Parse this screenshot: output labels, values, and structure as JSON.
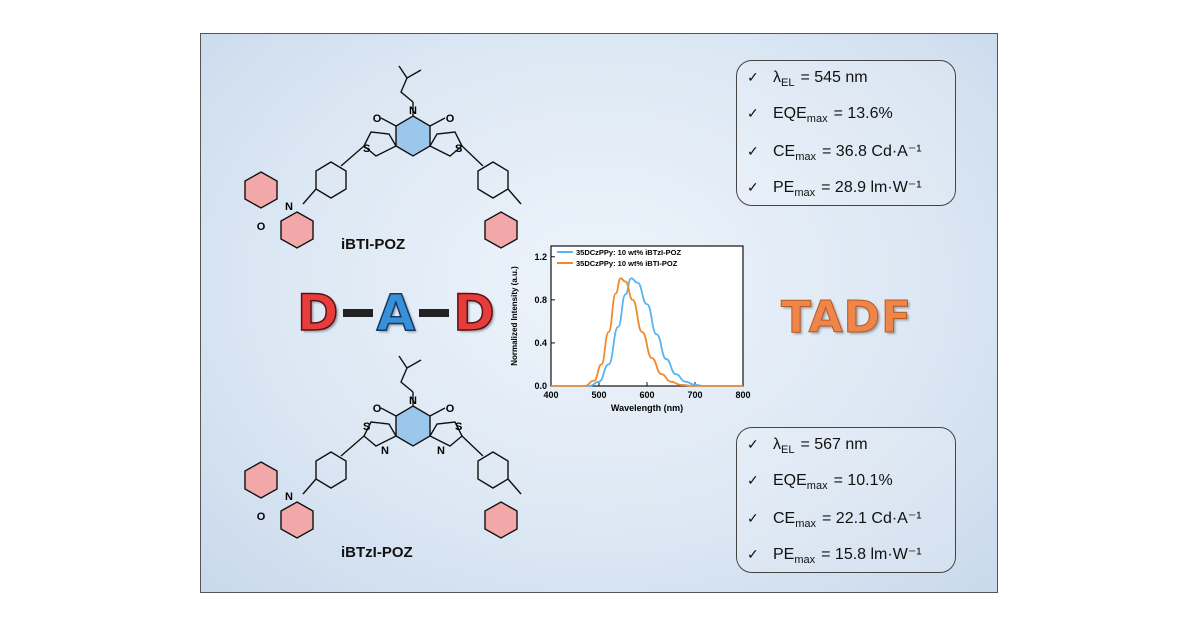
{
  "molecules": {
    "top": {
      "name": "iBTI-POZ"
    },
    "bottom": {
      "name": "iBTzI-POZ"
    }
  },
  "atoms": {
    "oxygen": "O",
    "nitrogen": "N",
    "sulfur": "S"
  },
  "dad": {
    "d1": "D",
    "a": "A",
    "d2": "D"
  },
  "tadf_label": "TADF",
  "colors": {
    "donor": "#e63c3c",
    "acceptor": "#3a8fd9",
    "tadf": "#f0854a",
    "series_blue": "#5ab4f0",
    "series_orange": "#f08a2c",
    "donor_ring": "#f2a8a8",
    "acceptor_ring": "#9cc7ec"
  },
  "props_top": [
    {
      "key": "λ",
      "sub": "EL",
      "value": "= 545 nm"
    },
    {
      "key": "EQE",
      "sub": "max",
      "value": "= 13.6%"
    },
    {
      "key": "CE",
      "sub": "max",
      "value": "= 36.8 Cd·A⁻¹"
    },
    {
      "key": "PE",
      "sub": "max",
      "value": "=  28.9 lm·W⁻¹"
    }
  ],
  "props_bottom": [
    {
      "key": "λ",
      "sub": "EL",
      "value": "= 567 nm"
    },
    {
      "key": "EQE",
      "sub": "max",
      "value": "= 10.1%"
    },
    {
      "key": "CE",
      "sub": "max",
      "value": "= 22.1 Cd·A⁻¹"
    },
    {
      "key": "PE",
      "sub": "max",
      "value": "=  15.8 lm·W⁻¹"
    }
  ],
  "chart_data": {
    "type": "line",
    "xlabel": "Wavelength (nm)",
    "ylabel": "Normalized Intensity (a.u.)",
    "xlim": [
      400,
      800
    ],
    "ylim": [
      0,
      1.3
    ],
    "xticks": [
      400,
      500,
      600,
      700,
      800
    ],
    "yticks": [
      0.0,
      0.4,
      0.8,
      1.2
    ],
    "ytick_labels": [
      "0.0",
      "0.4",
      "0.8",
      "1.2"
    ],
    "legend": "top-left",
    "series": [
      {
        "name": "35DCzPPy: 10 wt% iBTzI-POZ",
        "color": "#5ab4f0",
        "x": [
          480,
          500,
          520,
          540,
          555,
          567,
          580,
          600,
          620,
          640,
          660,
          680,
          700,
          720
        ],
        "y": [
          0.0,
          0.04,
          0.2,
          0.55,
          0.85,
          1.0,
          0.96,
          0.76,
          0.48,
          0.25,
          0.11,
          0.04,
          0.01,
          0.0
        ]
      },
      {
        "name": "35DCzPPy: 10 wt% iBTI-POZ",
        "color": "#f08a2c",
        "x": [
          470,
          490,
          505,
          520,
          535,
          545,
          555,
          570,
          590,
          610,
          630,
          650,
          670,
          700
        ],
        "y": [
          0.0,
          0.05,
          0.2,
          0.5,
          0.86,
          1.0,
          0.97,
          0.8,
          0.5,
          0.26,
          0.11,
          0.04,
          0.01,
          0.0
        ]
      }
    ]
  }
}
